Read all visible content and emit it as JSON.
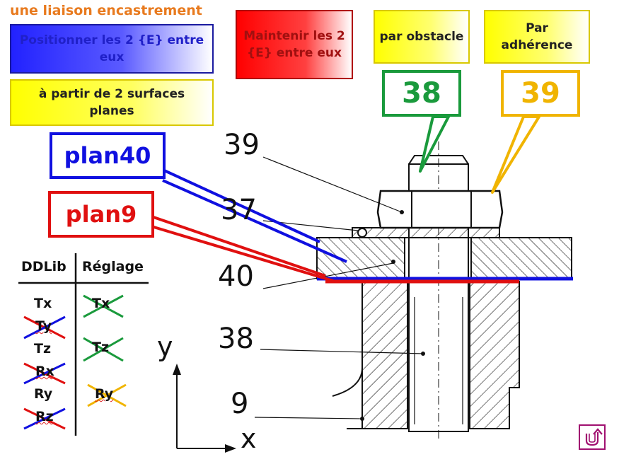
{
  "title": "une liaison encastrement",
  "boxes": {
    "positionner": "Positionner les 2 {E} entre eux",
    "surfaces": "à partir de 2 surfaces planes",
    "maintenir": "Maintenir les 2 {E} entre eux",
    "obstacle": "par obstacle",
    "adherence": "Par adhérence"
  },
  "callouts": {
    "c38": "38",
    "c39": "39"
  },
  "planes": {
    "plan40": "plan40",
    "plan9": "plan9"
  },
  "table": {
    "col1": "DDLib",
    "col2": "Réglage",
    "dof": [
      "Tx",
      "Ty",
      "Tz",
      "Rx",
      "Ry",
      "Rz"
    ],
    "reglage": [
      "Tx",
      "Tz",
      "Ry"
    ]
  },
  "drawing_labels": [
    "39",
    "37",
    "40",
    "38",
    "9"
  ],
  "axes": {
    "y": "y",
    "x": "x"
  },
  "colors": {
    "blue": "#1010e0",
    "red": "#e01010",
    "green": "#1a9a3c",
    "yellow": "#f0b400",
    "orange": "#e87a1e"
  },
  "icons": {
    "return": "return-arrow-icon"
  }
}
